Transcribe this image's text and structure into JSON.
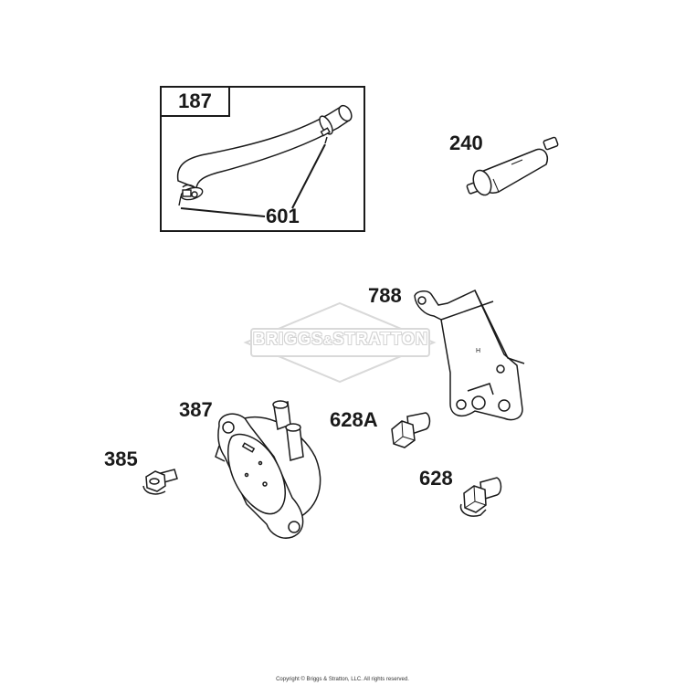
{
  "callouts": {
    "hose_assembly": "187",
    "clamp": "601",
    "fuel_filter": "240",
    "bracket": "788",
    "fuel_pump": "387",
    "screw_385": "385",
    "screw_628a": "628A",
    "screw_628": "628"
  },
  "watermark": {
    "brand_left": "BRIGGS",
    "brand_sep": "&",
    "brand_right": "STRATTON"
  },
  "footer": {
    "copyright": "Copyright © Briggs & Stratton, LLC. All rights reserved."
  },
  "colors": {
    "line": "#1a1a1a",
    "fill": "#ffffff",
    "shade": "#e8e8e8",
    "watermark": "#d4d4d4"
  }
}
